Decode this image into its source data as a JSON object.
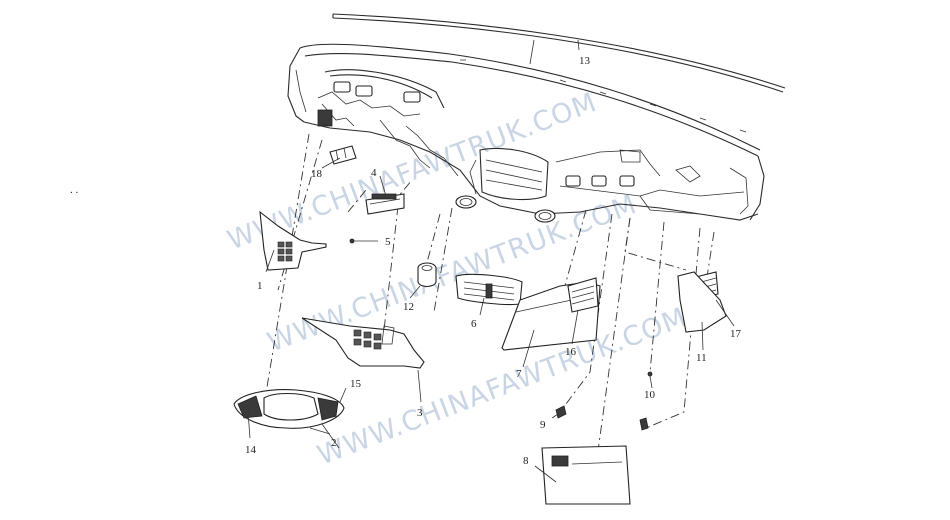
{
  "watermark": "WWW.CHINAFAWTRUK.COM",
  "stray_text": ". .",
  "callouts": [
    {
      "label": "1"
    },
    {
      "label": "2"
    },
    {
      "label": "3"
    },
    {
      "label": "4"
    },
    {
      "label": "5"
    },
    {
      "label": "6"
    },
    {
      "label": "7"
    },
    {
      "label": "8"
    },
    {
      "label": "9"
    },
    {
      "label": "10"
    },
    {
      "label": "11"
    },
    {
      "label": "12"
    },
    {
      "label": "13"
    },
    {
      "label": "14"
    },
    {
      "label": "15"
    },
    {
      "label": "16"
    },
    {
      "label": "17"
    },
    {
      "label": "18"
    }
  ]
}
